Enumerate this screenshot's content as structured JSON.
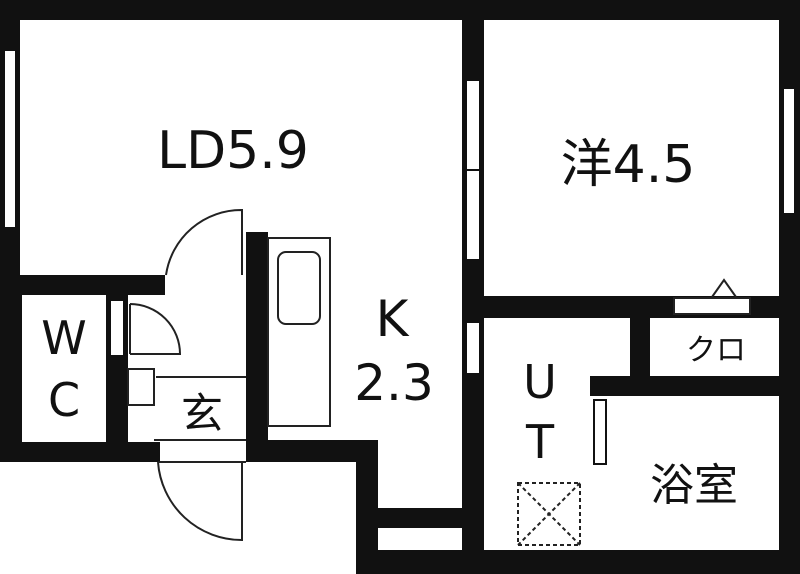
{
  "floorplan": {
    "rooms": {
      "ld": {
        "name": "LD",
        "size": "5.9",
        "label": "LD5.9"
      },
      "western": {
        "name": "洋",
        "size": "4.5",
        "label": "洋4.5"
      },
      "kitchen": {
        "name": "K",
        "size": "2.3"
      },
      "wc": {
        "line1": "W",
        "line2": "C"
      },
      "entrance": {
        "label": "玄"
      },
      "utility": {
        "line1": "U",
        "line2": "T"
      },
      "closet": {
        "label": "クロ"
      },
      "bath": {
        "label": "浴室"
      }
    },
    "colors": {
      "wall": "#111111",
      "background": "#ffffff",
      "fixture_line": "#222222",
      "window_fill": "#ffffff"
    }
  }
}
